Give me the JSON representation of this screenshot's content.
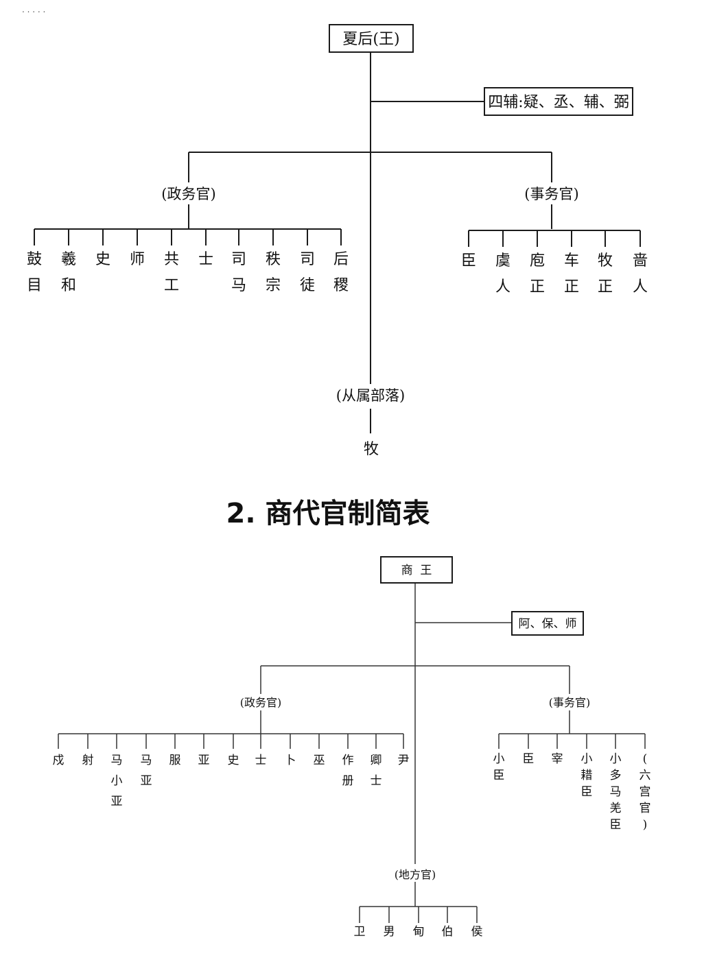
{
  "top_marks": ". .   . . .",
  "xia": {
    "root": "夏后(王)",
    "side": "四辅:疑、丞、辅、弼",
    "left_group": "(政务官)",
    "right_group": "(事务官)",
    "left_items": [
      [
        "鼓",
        "目"
      ],
      [
        "羲",
        "和"
      ],
      [
        "史"
      ],
      [
        "师"
      ],
      [
        "共",
        "工"
      ],
      [
        "士"
      ],
      [
        "司",
        "马"
      ],
      [
        "秩",
        "宗"
      ],
      [
        "司",
        "徒"
      ],
      [
        "后",
        "稷"
      ]
    ],
    "right_items": [
      [
        "臣"
      ],
      [
        "虞",
        "人"
      ],
      [
        "庖",
        "正"
      ],
      [
        "车",
        "正"
      ],
      [
        "牧",
        "正"
      ],
      [
        "啬",
        "人"
      ]
    ],
    "bottom_group": "(从属部落)",
    "bottom_item": "牧"
  },
  "heading": "2.  商代官制简表",
  "shang": {
    "root": "商  王",
    "side": "阿、保、师",
    "left_group": "(政务官)",
    "right_group": "(事务官)",
    "left_items": [
      [
        "戍"
      ],
      [
        "射"
      ],
      [
        "马",
        "小",
        "亚"
      ],
      [
        "马",
        "亚"
      ],
      [
        "服"
      ],
      [
        "亚"
      ],
      [
        "史"
      ],
      [
        "士"
      ],
      [
        "卜"
      ],
      [
        "巫"
      ],
      [
        "作",
        "册"
      ],
      [
        "卿",
        "士"
      ],
      [
        "尹"
      ]
    ],
    "right_items": [
      [
        "小",
        "臣"
      ],
      [
        "臣"
      ],
      [
        "宰"
      ],
      [
        "小",
        "耤",
        "臣"
      ],
      [
        "小",
        "多",
        "马",
        "羌",
        "臣"
      ],
      [
        "(",
        "六",
        "宫",
        "官",
        ")"
      ]
    ],
    "bottom_group": "(地方官)",
    "bottom_items": [
      "卫",
      "男",
      "甸",
      "伯",
      "侯"
    ]
  }
}
